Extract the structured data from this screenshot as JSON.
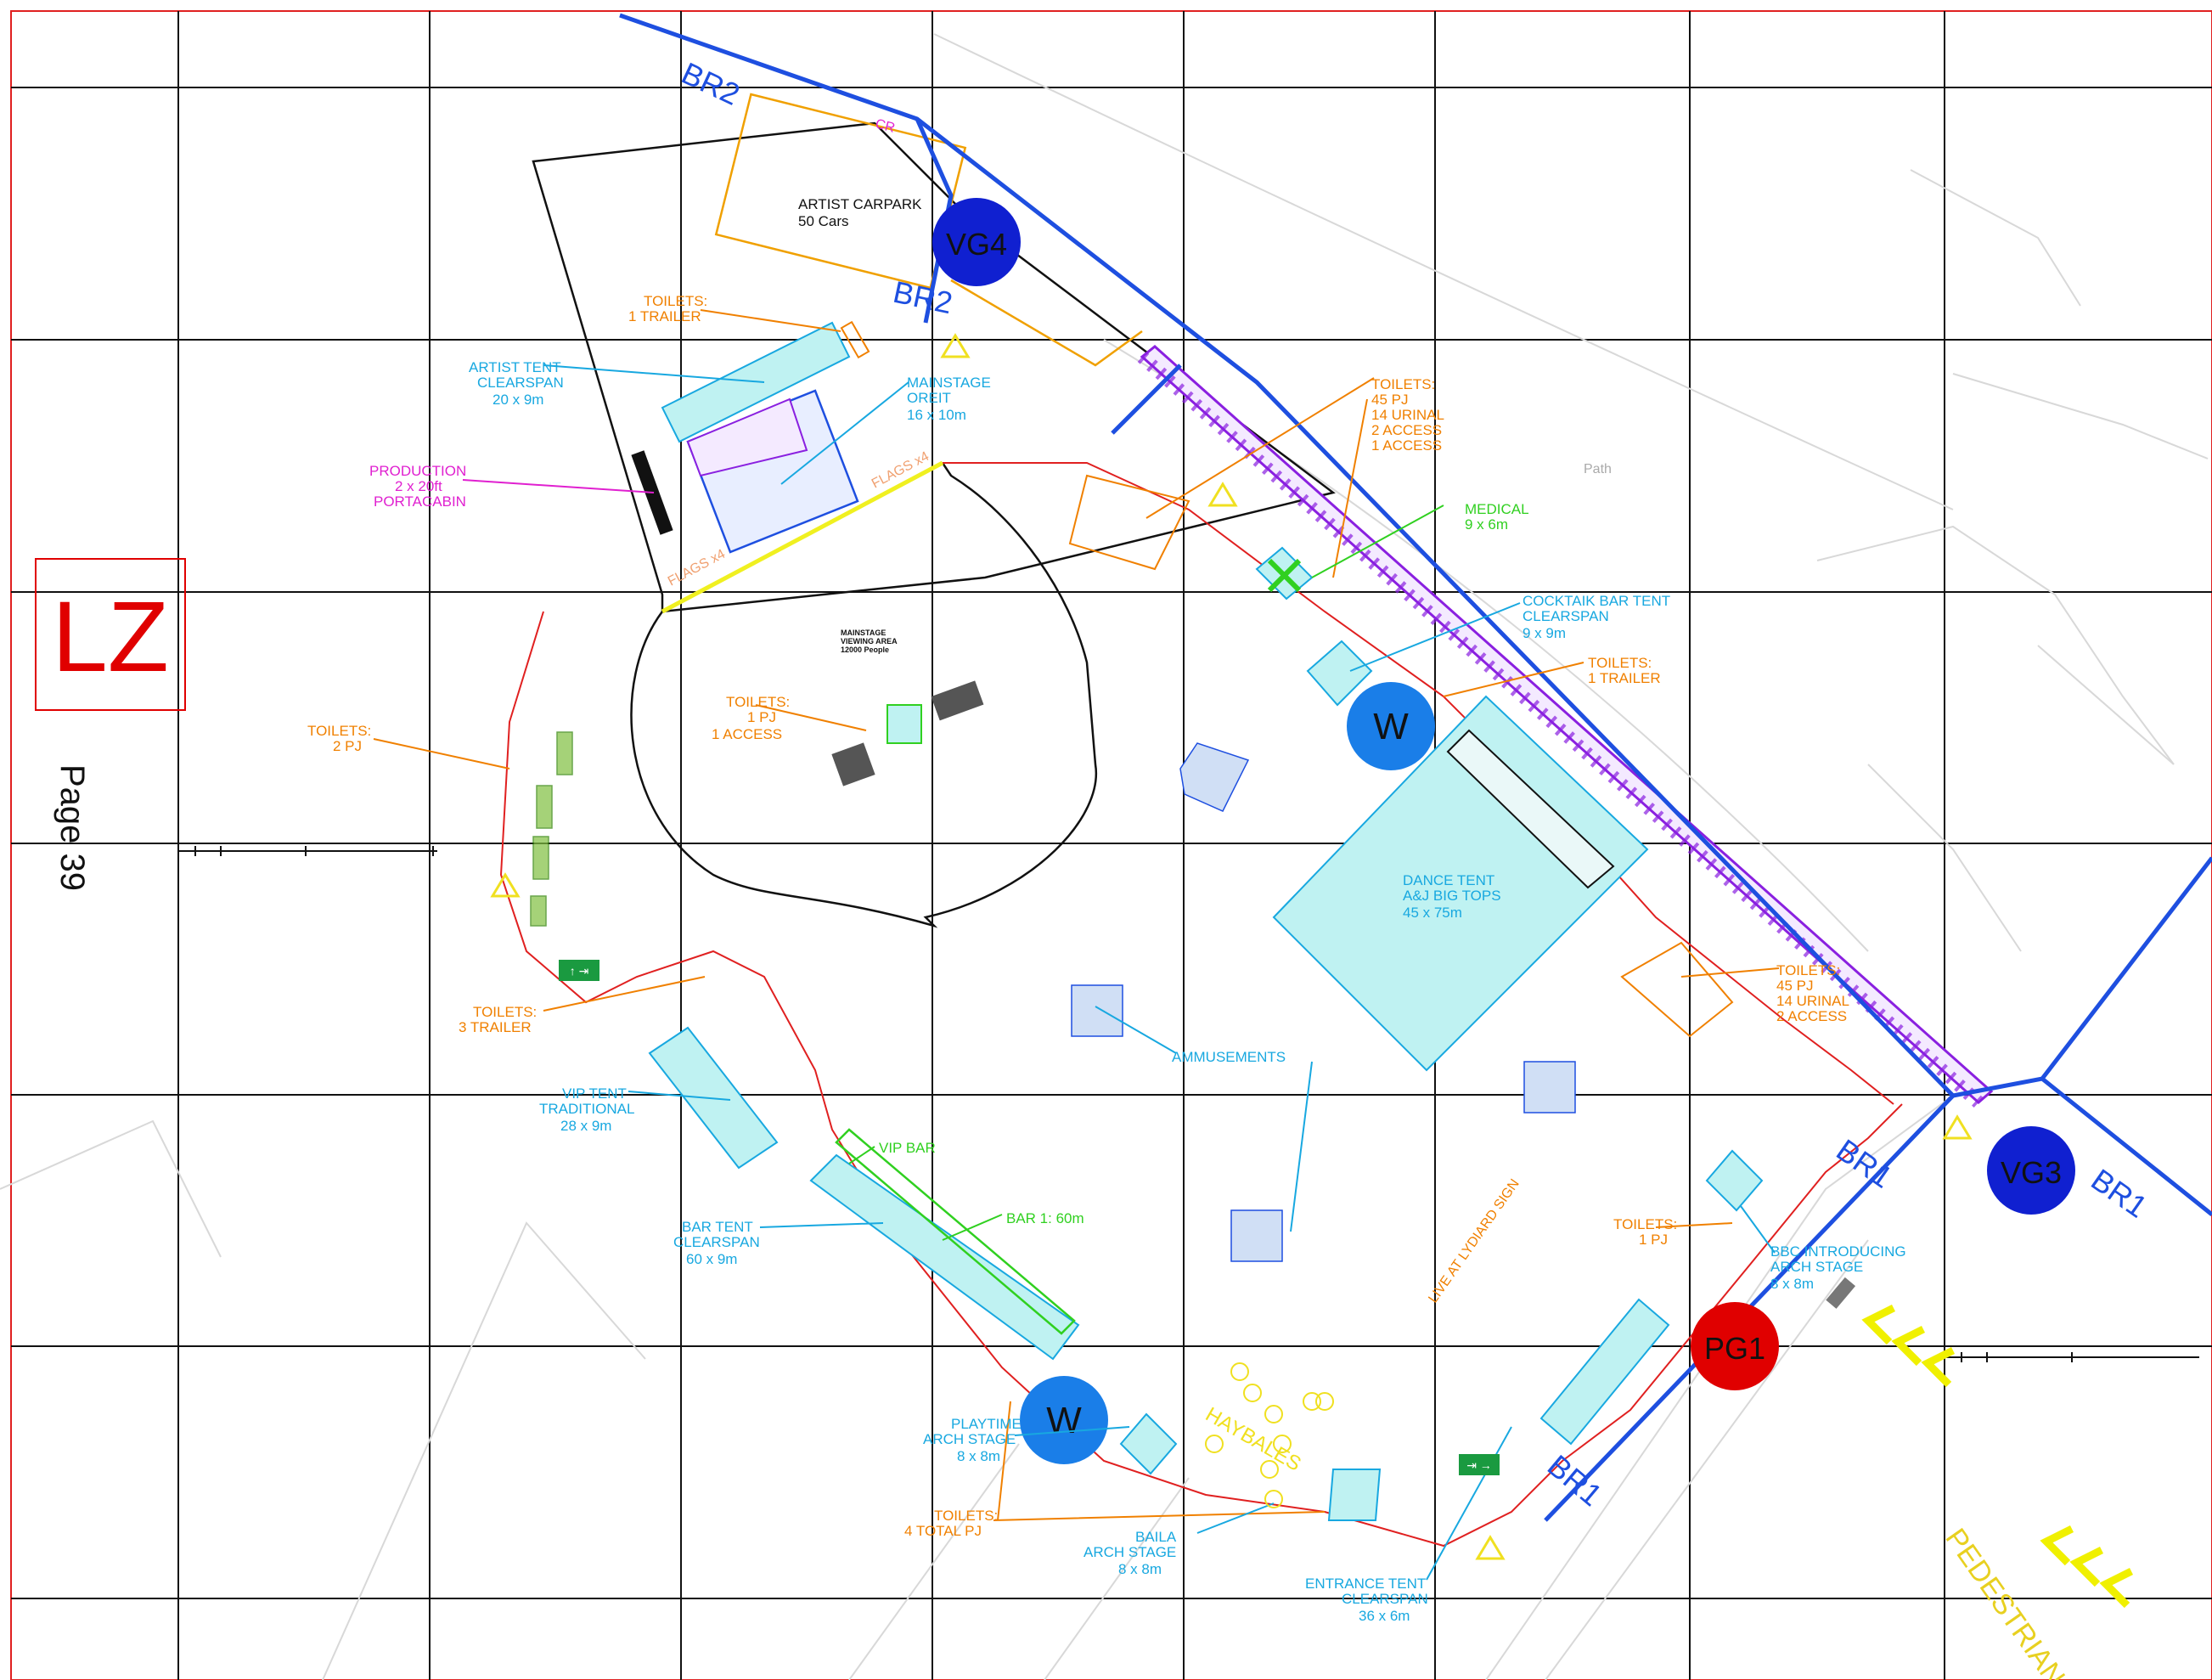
{
  "page": {
    "zone": "LZ",
    "page_label": "Page 39"
  },
  "colors": {
    "orange": "#f08000",
    "cyan": "#18a8e0",
    "tentfill": "#bff2f2",
    "blue": "#1e4fe0",
    "red": "#e00000",
    "magenta": "#e020d0",
    "green": "#30d020",
    "purple": "#8a20e0",
    "yellow": "#f0f020",
    "grid": "#111111"
  },
  "markers": {
    "vg4": "VG4",
    "vg3": "VG3",
    "pg1": "PG1",
    "w1": "W",
    "w2": "W"
  },
  "routes": {
    "br2_a": "BR2",
    "br2_b": "BR2",
    "br1_a": "BR1",
    "br1_b": "BR1",
    "br1_c": "BR1",
    "cr": "CR"
  },
  "labels": {
    "artist_carpark": [
      "ARTIST CARPARK",
      "50 Cars"
    ],
    "toilets_artist": [
      "TOILETS:",
      "1 TRAILER"
    ],
    "artist_tent": [
      "ARTIST TENT",
      "CLEARSPAN",
      "20 x 9m"
    ],
    "mainstage": [
      "MAINSTAGE",
      "OREIT",
      "16 x 10m"
    ],
    "production": [
      "PRODUCTION",
      "2 x 20ft",
      "PORTACABIN"
    ],
    "toilets_north": [
      "TOILETS:",
      "45 PJ",
      "14 URINAL",
      "2 ACCESS",
      "",
      "1 ACCESS"
    ],
    "medical": [
      "MEDICAL",
      "9 x 6m"
    ],
    "cocktail": [
      "COCKTAIK BAR TENT",
      "CLEARSPAN",
      "9 x 9m"
    ],
    "toilets_trailer": [
      "TOILETS:",
      "1 TRAILER"
    ],
    "toilets_ma": [
      "TOILETS:",
      "1 PJ",
      "1 ACCESS"
    ],
    "toilets_2pj": [
      "TOILETS:",
      "2 PJ"
    ],
    "viewing_area": [
      "MAINSTAGE",
      "VIEWING AREA",
      "12000 People"
    ],
    "dance_tent": [
      "DANCE TENT",
      "A&J BIG TOPS",
      "45 x 75m"
    ],
    "toilets_east": [
      "TOILETS:",
      "45 PJ",
      "14 URINAL",
      "2 ACCESS"
    ],
    "toilets_3trailer": [
      "TOILETS:",
      "3 TRAILER"
    ],
    "vip_tent": [
      "VIP TENT",
      "TRADITIONAL",
      "28 x 9m"
    ],
    "ammusements": [
      "AMMUSEMENTS"
    ],
    "vip_bar": [
      "VIP BAR"
    ],
    "bar_tent": [
      "BAR TENT",
      "CLEARSPAN",
      "60 x 9m"
    ],
    "bar1": [
      "BAR 1: 60m"
    ],
    "toilets_1pj": [
      "TOILETS:",
      "1 PJ"
    ],
    "bbc": [
      "BBC INTRODUCING",
      "ARCH STAGE",
      "8 x 8m"
    ],
    "playtime": [
      "PLAYTIME",
      "ARCH STAGE",
      "8 x 8m"
    ],
    "toilets_4total": [
      "TOILETS:",
      "4 TOTAL PJ"
    ],
    "baila": [
      "BAILA",
      "ARCH STAGE",
      "8 x 8m"
    ],
    "entrance": [
      "ENTRANCE TENT",
      "CLEARSPAN",
      "36 x 6m"
    ],
    "haybales": "HAYBALES",
    "live_sign": "LIVE AT LYDIARD SIGN",
    "pedestrian": "PEDESTRIAN RO",
    "path": "Path",
    "flags1": "FLAGS x4",
    "flags2": "FLAGS x4"
  },
  "icons": {
    "evac1": "evac-exit-sign-icon",
    "evac2": "evac-exit-sign-icon",
    "medical": "medical-cross-icon",
    "arrows": "yellow-chevron-arrows-icon"
  }
}
